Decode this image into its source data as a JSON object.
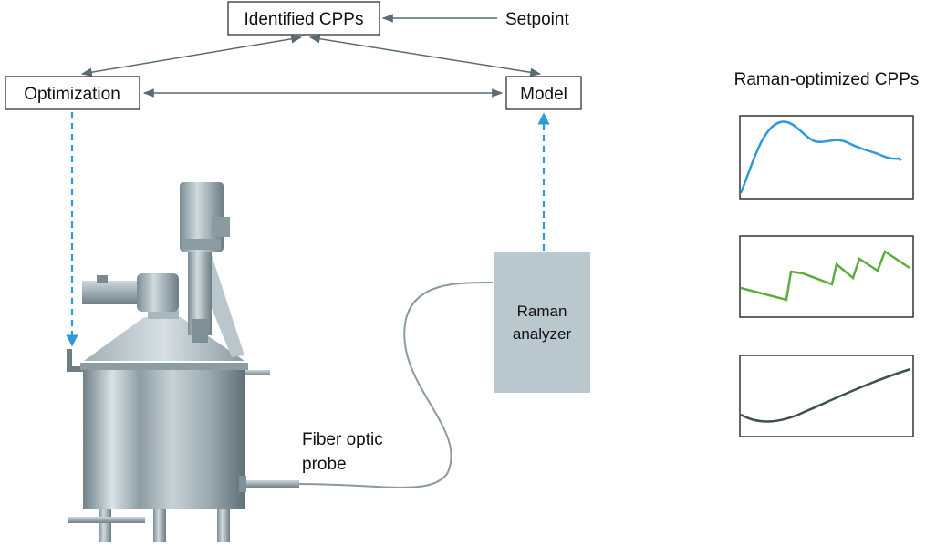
{
  "boxes": {
    "identified_cpps": "Identified CPPs",
    "optimization": "Optimization",
    "model": "Model"
  },
  "labels": {
    "setpoint": "Setpoint",
    "raman_optimized_title": "Raman-optimized CPPs",
    "raman_analyzer_line1": "Raman",
    "raman_analyzer_line2": "analyzer",
    "fiber_optic_line1": "Fiber optic",
    "fiber_optic_line2": "probe"
  },
  "colors": {
    "flow_arrow": "#5a6b73",
    "signal_dashed": "#2f9ad8",
    "analyzer_fill": "#b9c7ce",
    "curve1": "#2f9ad8",
    "curve2": "#5cae3c",
    "curve3": "#3f4f56"
  },
  "icons": {
    "reactor": "stirred-tank-reactor-icon",
    "analyzer": "raman-analyzer-icon"
  }
}
